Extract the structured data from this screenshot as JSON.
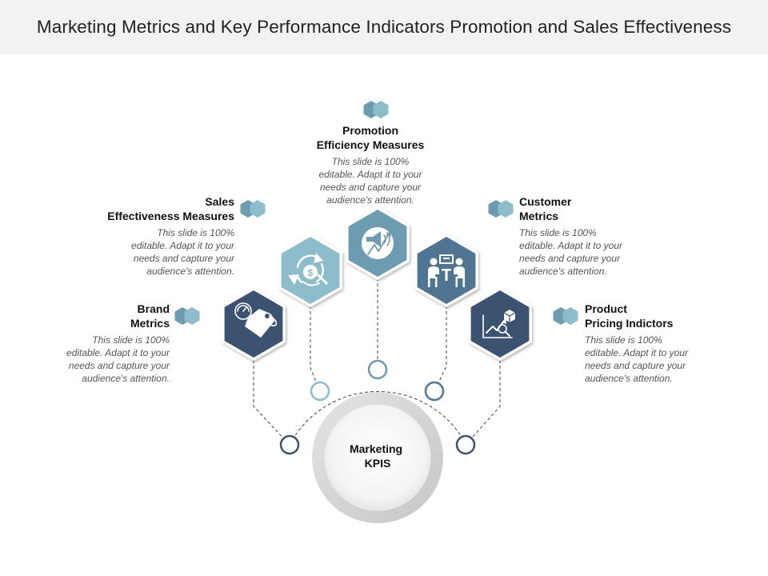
{
  "title": "Marketing Metrics and Key Performance Indicators Promotion and Sales Effectiveness",
  "center": {
    "label": "Marketing\nKPIS"
  },
  "colors": {
    "dark_blue": "#3b5271",
    "mid_blue": "#507593",
    "teal": "#6d9bb0",
    "light_teal": "#8dbcca",
    "connector": "#444444",
    "ring_gray": "#d3d3d3"
  },
  "items": [
    {
      "id": "brand",
      "title": "Brand\nMetrics",
      "description": "This slide is 100%\neditable. Adapt it to your\nneeds and capture your\naudience's attention.",
      "icon": "price-tag-icon",
      "color": "#3b5271"
    },
    {
      "id": "sales",
      "title": "Sales\nEffectiveness Measures",
      "description": "This slide is 100%\neditable. Adapt it to your\nneeds and capture your\naudience's attention.",
      "icon": "dollar-cycle-icon",
      "color": "#8dbcca"
    },
    {
      "id": "promotion",
      "title": "Promotion\nEfficiency Measures",
      "description": "This slide is 100%\neditable. Adapt it to your\nneeds and capture your\naudience's attention.",
      "icon": "megaphone-chart-icon",
      "color": "#6d9bb0"
    },
    {
      "id": "customer",
      "title": "Customer\nMetrics",
      "description": "This slide is 100%\neditable. Adapt it to your\nneeds and capture your\naudience's attention.",
      "icon": "meeting-icon",
      "color": "#507593"
    },
    {
      "id": "pricing",
      "title": "Product\nPricing Indictors",
      "description": "This slide is 100%\neditable. Adapt it to your\nneeds and capture your\naudience's attention.",
      "icon": "growth-analysis-icon",
      "color": "#3b5271"
    }
  ]
}
